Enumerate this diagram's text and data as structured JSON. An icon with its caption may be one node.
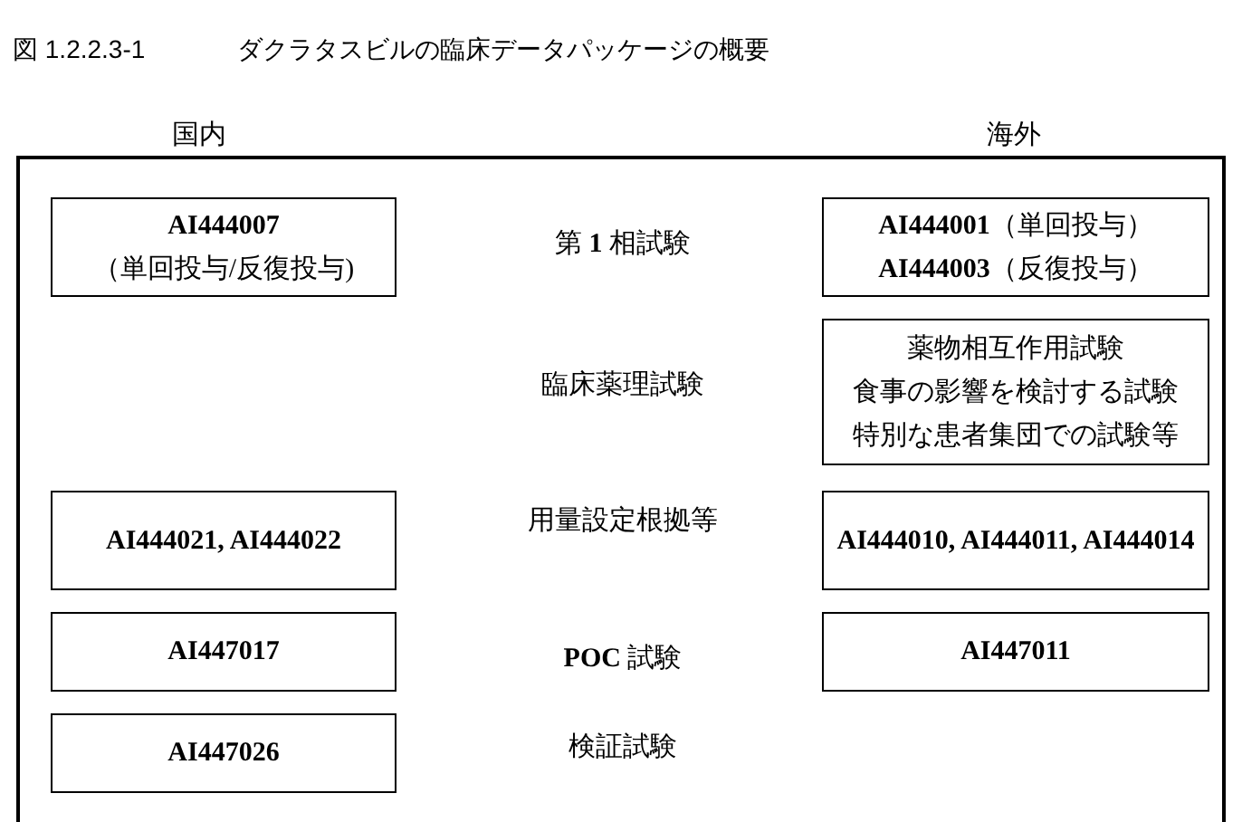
{
  "diagram": {
    "title": "ダクラタスビルの臨床データパッケージの概要",
    "nodes": [
      {
        "text": [],
        "shape": "box"
      },
      {
        "text": [
          "**AI444007**",
          "（単回投与/反復投与)"
        ],
        "in": 0
      },
      {
        "text": [
          "**AI444001**（単回投与）",
          "**AI444003**（反復投与）"
        ],
        "in": 0
      },
      {
        "text": [
          "薬物相互作用試験",
          "食事の影響を検討する試験",
          "特別な患者集団での試験等"
        ],
        "in": 0
      },
      {
        "text": [
          "**AI444021, AI444022**"
        ],
        "in": 0
      },
      {
        "text": [
          "**AI444010, AI444011, AI444014**"
        ],
        "in": 0
      },
      {
        "text": [
          "**AI447017**"
        ],
        "in": 0
      },
      {
        "text": [
          "**AI447011**"
        ],
        "in": 0
      },
      {
        "text": [
          "**AI447026**"
        ],
        "in": 0
      }
    ],
    "labels": [
      "図 1.2.2.3-1",
      "国内",
      "海外",
      "第 **1** 相試験",
      "臨床薬理試験",
      "用量設定根拠等",
      "**POC** 試験",
      "検証試験"
    ]
  }
}
